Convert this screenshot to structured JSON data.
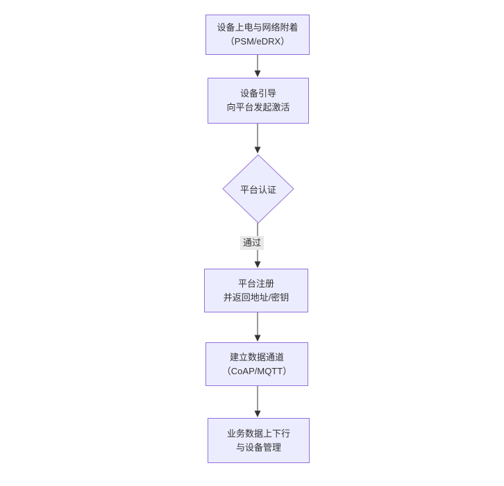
{
  "diagram": {
    "type": "flowchart",
    "direction": "top-to-bottom",
    "nodes": [
      {
        "shape": "rect",
        "lines": [
          "设备上电与网络附着",
          "（PSM/eDRX）"
        ]
      },
      {
        "shape": "rect",
        "lines": [
          "设备引导",
          "向平台发起激活"
        ]
      },
      {
        "shape": "diamond",
        "lines": [
          "平台认证"
        ]
      },
      {
        "shape": "rect",
        "lines": [
          "平台注册",
          "并返回地址/密钥"
        ]
      },
      {
        "shape": "rect",
        "lines": [
          "建立数据通道",
          "（CoAP/MQTT）"
        ]
      },
      {
        "shape": "rect",
        "lines": [
          "业务数据上下行",
          "与设备管理"
        ]
      }
    ],
    "edges": [
      {
        "from": 0,
        "to": 1,
        "label": ""
      },
      {
        "from": 1,
        "to": 2,
        "label": ""
      },
      {
        "from": 2,
        "to": 3,
        "label": "通过"
      },
      {
        "from": 3,
        "to": 4,
        "label": ""
      },
      {
        "from": 4,
        "to": 5,
        "label": ""
      }
    ],
    "colors": {
      "node_fill": "#ECECFF",
      "node_border": "#9370DB",
      "text": "#333333",
      "edge": "#333333",
      "edge_label_bg": "#e8e8e8",
      "background": "#ffffff"
    }
  }
}
